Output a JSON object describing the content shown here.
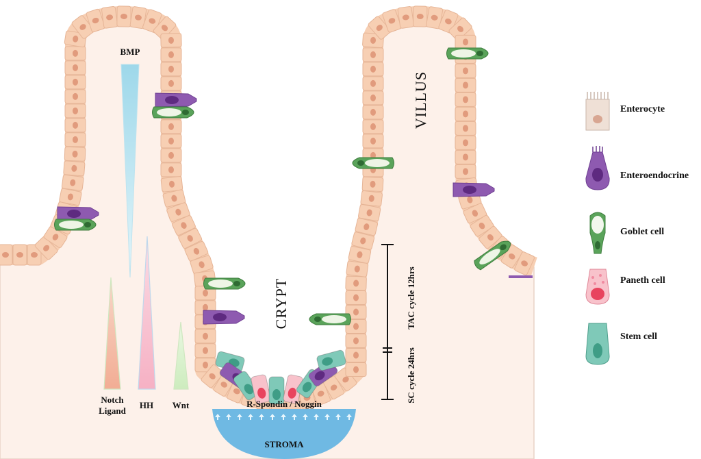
{
  "labels": {
    "bmp": "BMP",
    "villus": "VILLUS",
    "crypt": "CRYPT",
    "notch_line1": "Notch",
    "notch_line2": "Ligand",
    "hh": "HH",
    "wnt": "Wnt",
    "r_spondin": "R-Spondin / Noggin",
    "stroma": "STROMA",
    "tac_cycle": "TAC cycle 12hrs",
    "sc_cycle": "SC cycle 24hrs"
  },
  "legend": [
    {
      "label": "Enterocyte",
      "icon": "enterocyte-icon",
      "color": "#efe0d6"
    },
    {
      "label": "Enteroendocrine",
      "icon": "enteroendocrine-icon",
      "color": "#8e5ab0"
    },
    {
      "label": "Goblet cell",
      "icon": "goblet-cell-icon",
      "color": "#5aa35a"
    },
    {
      "label": "Paneth cell",
      "icon": "paneth-cell-icon",
      "color": "#f5a3b3"
    },
    {
      "label": "Stem cell",
      "icon": "stem-cell-icon",
      "color": "#7fc9b8"
    }
  ],
  "colors": {
    "tissue": "#fdf1ea",
    "epithelium": "#f7cfb3",
    "nucleus": "#e19b7d",
    "bmp": "#a8dcec",
    "notch": "#f2b7a2",
    "hh": "#f8c0cf",
    "wnt": "#d4efc6",
    "stroma": "#6fb9e3"
  }
}
